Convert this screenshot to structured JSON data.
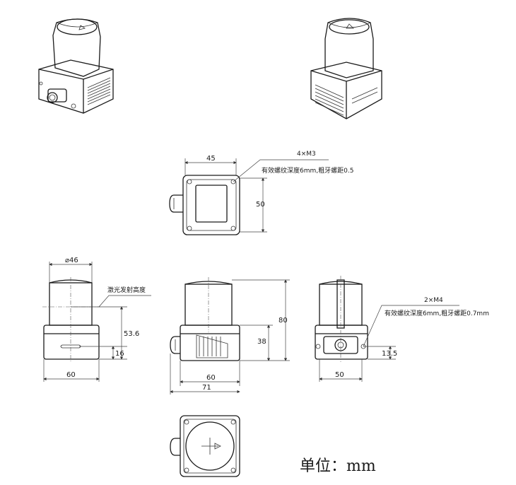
{
  "dimensions": {
    "top_width": "45",
    "top_height": "50",
    "front_diameter": "⌀46",
    "front_width": "60",
    "front_height": "53.6",
    "front_window_height": "16",
    "side_width": "60",
    "side_total_width": "71",
    "side_height": "80",
    "side_lower_height": "38",
    "rear_width": "50",
    "rear_hole_height": "13.5"
  },
  "notes": {
    "top_thread_count": "4×M3",
    "top_thread_spec": "有效螺纹深度6mm,粗牙螺距0.5",
    "rear_thread_count": "2×M4",
    "rear_thread_spec": "有效螺纹深度6mm,粗牙螺距0.7mm",
    "laser_height": "激光发射高度"
  },
  "unit_label": "单位：mm"
}
